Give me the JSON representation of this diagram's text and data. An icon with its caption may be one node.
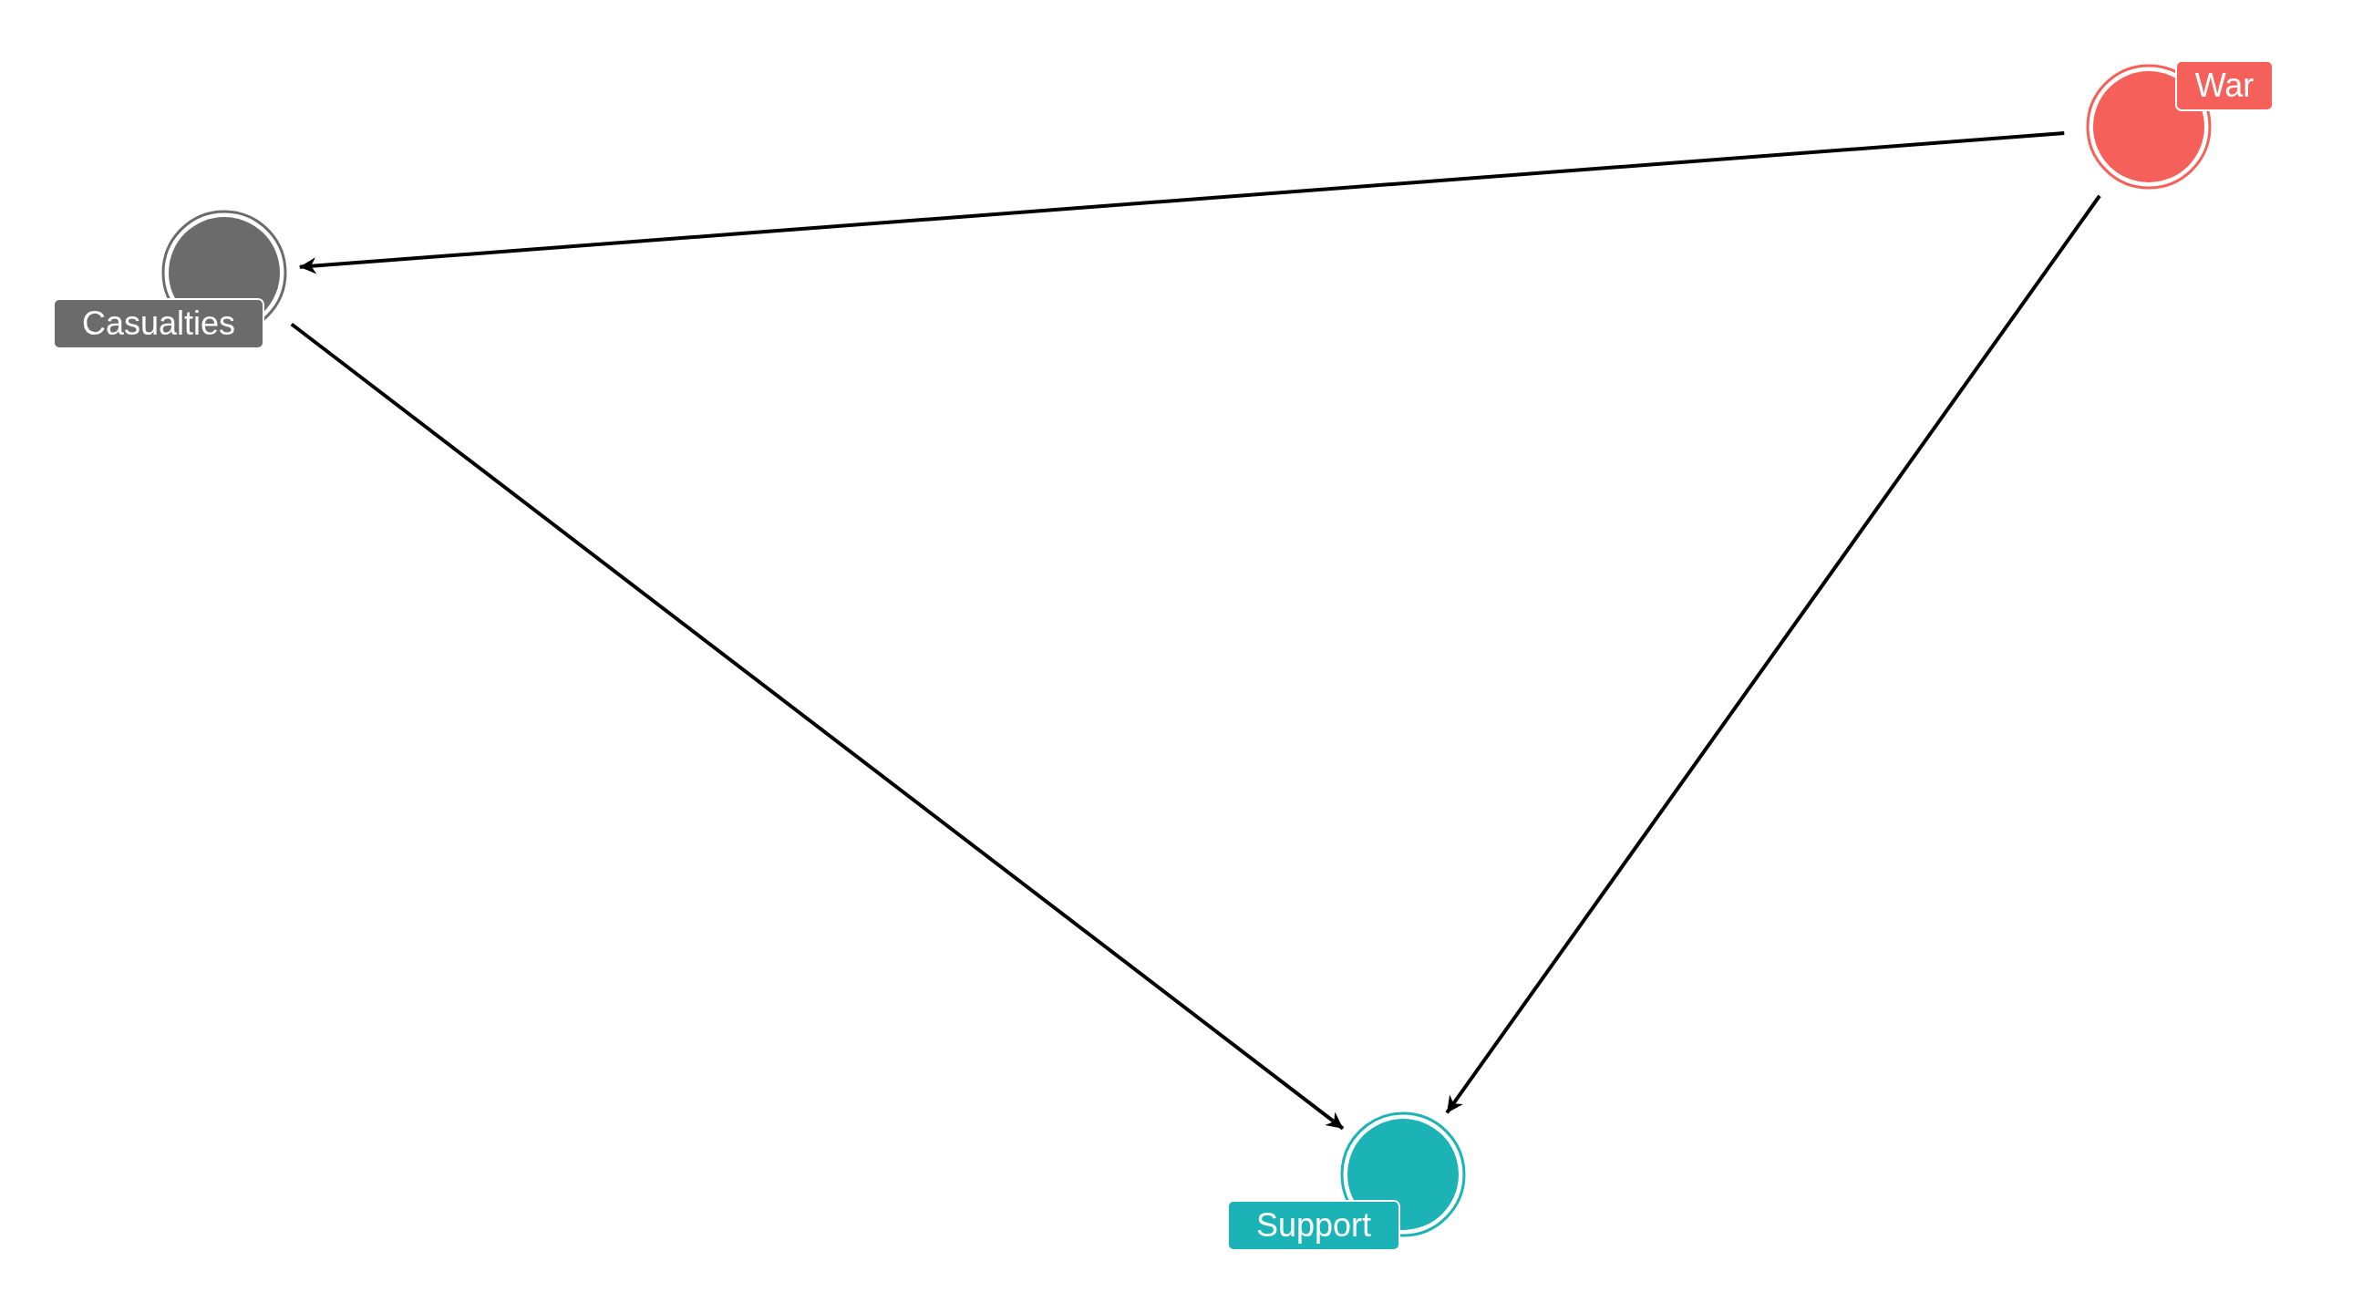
{
  "diagram": {
    "nodes": [
      {
        "text": [
          "War"
        ]
      },
      {
        "text": [
          "Casualties"
        ]
      },
      {
        "text": [
          "Support"
        ]
      }
    ],
    "edges": [
      {
        "from": 0,
        "to": 1,
        "arrow": "to"
      },
      {
        "from": 0,
        "to": 2,
        "arrow": "to"
      },
      {
        "from": 1,
        "to": 2,
        "arrow": "to"
      }
    ]
  }
}
